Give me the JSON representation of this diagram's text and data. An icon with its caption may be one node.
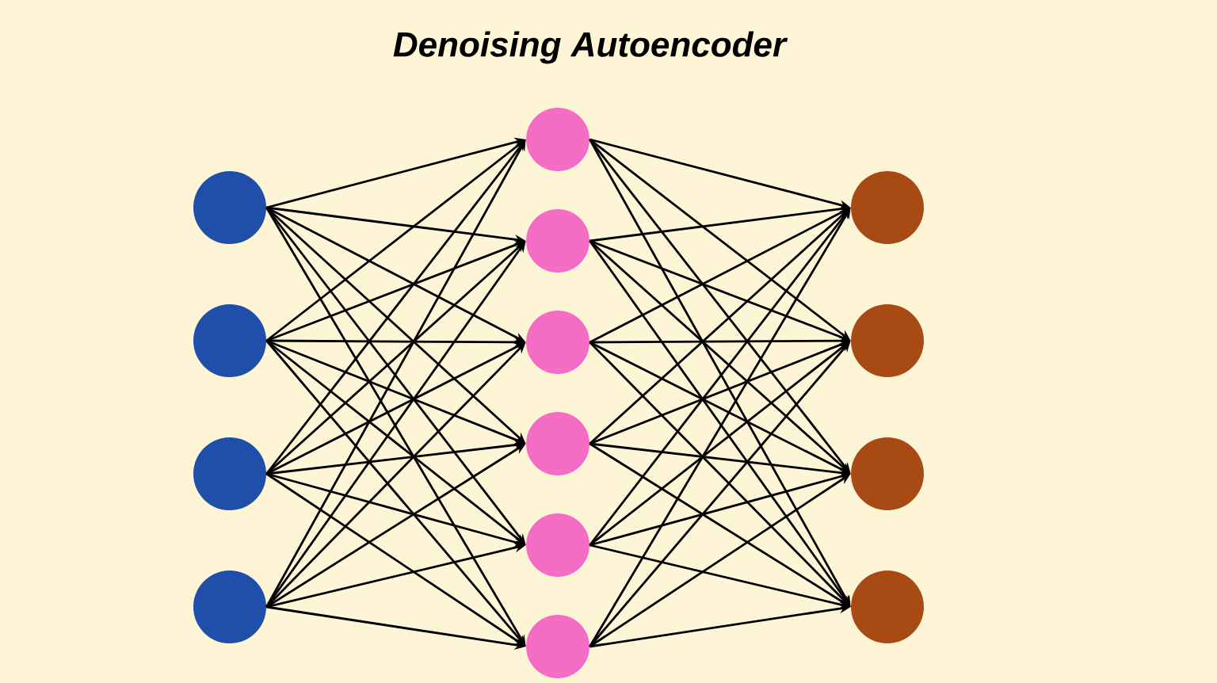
{
  "diagram": {
    "title": "Denoising Autoencoder",
    "nodes": [
      {
        "text": [],
        "shape": "circle"
      },
      {
        "text": [],
        "shape": "circle"
      },
      {
        "text": [],
        "shape": "circle"
      },
      {
        "text": [],
        "shape": "circle"
      },
      {
        "text": [],
        "shape": "circle"
      },
      {
        "text": [],
        "shape": "circle"
      },
      {
        "text": [],
        "shape": "circle"
      },
      {
        "text": [],
        "shape": "circle"
      },
      {
        "text": [],
        "shape": "circle"
      },
      {
        "text": [],
        "shape": "circle"
      },
      {
        "text": [],
        "shape": "circle"
      },
      {
        "text": [],
        "shape": "circle"
      },
      {
        "text": [],
        "shape": "circle"
      },
      {
        "text": [],
        "shape": "circle"
      }
    ],
    "edges": [
      {
        "from": 0,
        "to": 4,
        "arrow": "to"
      },
      {
        "from": 0,
        "to": 5,
        "arrow": "to"
      },
      {
        "from": 0,
        "to": 6,
        "arrow": "to"
      },
      {
        "from": 0,
        "to": 7,
        "arrow": "to"
      },
      {
        "from": 0,
        "to": 8,
        "arrow": "to"
      },
      {
        "from": 0,
        "to": 9,
        "arrow": "to"
      },
      {
        "from": 1,
        "to": 4,
        "arrow": "to"
      },
      {
        "from": 1,
        "to": 5,
        "arrow": "to"
      },
      {
        "from": 1,
        "to": 6,
        "arrow": "to"
      },
      {
        "from": 1,
        "to": 7,
        "arrow": "to"
      },
      {
        "from": 1,
        "to": 8,
        "arrow": "to"
      },
      {
        "from": 1,
        "to": 9,
        "arrow": "to"
      },
      {
        "from": 2,
        "to": 4,
        "arrow": "to"
      },
      {
        "from": 2,
        "to": 5,
        "arrow": "to"
      },
      {
        "from": 2,
        "to": 6,
        "arrow": "to"
      },
      {
        "from": 2,
        "to": 7,
        "arrow": "to"
      },
      {
        "from": 2,
        "to": 8,
        "arrow": "to"
      },
      {
        "from": 2,
        "to": 9,
        "arrow": "to"
      },
      {
        "from": 3,
        "to": 4,
        "arrow": "to"
      },
      {
        "from": 3,
        "to": 5,
        "arrow": "to"
      },
      {
        "from": 3,
        "to": 6,
        "arrow": "to"
      },
      {
        "from": 3,
        "to": 7,
        "arrow": "to"
      },
      {
        "from": 3,
        "to": 8,
        "arrow": "to"
      },
      {
        "from": 3,
        "to": 9,
        "arrow": "to"
      },
      {
        "from": 4,
        "to": 10,
        "arrow": "to"
      },
      {
        "from": 4,
        "to": 11,
        "arrow": "to"
      },
      {
        "from": 4,
        "to": 12,
        "arrow": "to"
      },
      {
        "from": 4,
        "to": 13,
        "arrow": "to"
      },
      {
        "from": 5,
        "to": 10,
        "arrow": "to"
      },
      {
        "from": 5,
        "to": 11,
        "arrow": "to"
      },
      {
        "from": 5,
        "to": 12,
        "arrow": "to"
      },
      {
        "from": 5,
        "to": 13,
        "arrow": "to"
      },
      {
        "from": 6,
        "to": 10,
        "arrow": "to"
      },
      {
        "from": 6,
        "to": 11,
        "arrow": "to"
      },
      {
        "from": 6,
        "to": 12,
        "arrow": "to"
      },
      {
        "from": 6,
        "to": 13,
        "arrow": "to"
      },
      {
        "from": 7,
        "to": 10,
        "arrow": "to"
      },
      {
        "from": 7,
        "to": 11,
        "arrow": "to"
      },
      {
        "from": 7,
        "to": 12,
        "arrow": "to"
      },
      {
        "from": 7,
        "to": 13,
        "arrow": "to"
      },
      {
        "from": 8,
        "to": 10,
        "arrow": "to"
      },
      {
        "from": 8,
        "to": 11,
        "arrow": "to"
      },
      {
        "from": 8,
        "to": 12,
        "arrow": "to"
      },
      {
        "from": 8,
        "to": 13,
        "arrow": "to"
      },
      {
        "from": 9,
        "to": 10,
        "arrow": "to"
      },
      {
        "from": 9,
        "to": 11,
        "arrow": "to"
      },
      {
        "from": 9,
        "to": 12,
        "arrow": "to"
      },
      {
        "from": 9,
        "to": 13,
        "arrow": "to"
      }
    ]
  }
}
